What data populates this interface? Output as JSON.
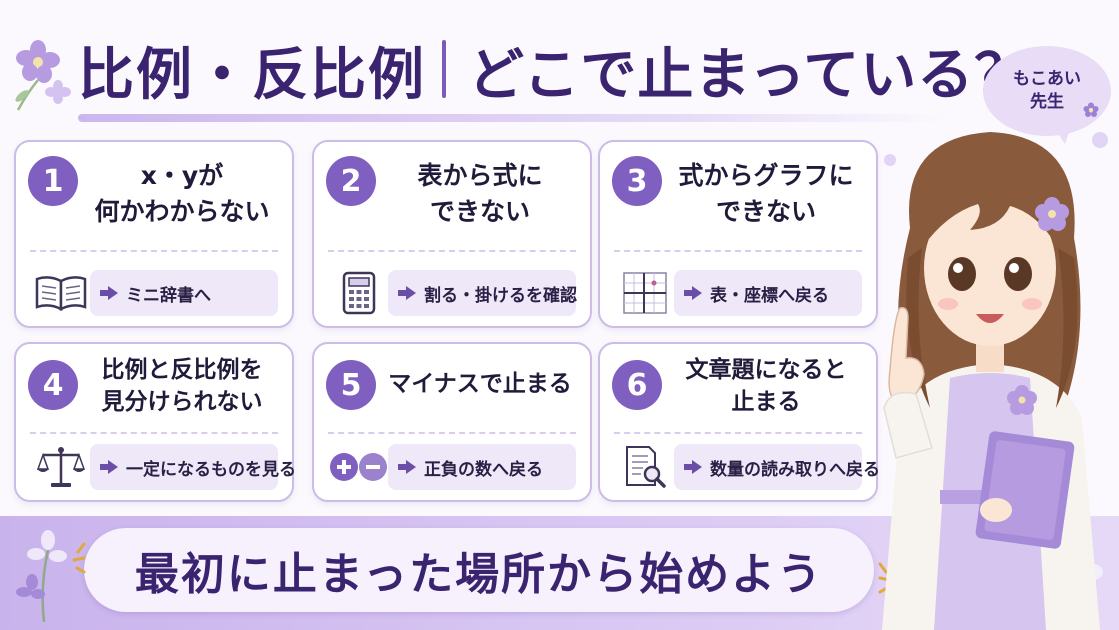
{
  "title": {
    "main": "比例・反比例",
    "sub": "どこで止まっている？"
  },
  "teacher": {
    "name_line1": "もこあい",
    "name_line2": "先生"
  },
  "cards": [
    {
      "number": "1",
      "title_lines": [
        "x・yが",
        "何かわからない"
      ],
      "icon": "open-book-icon",
      "action": "ミニ辞書へ"
    },
    {
      "number": "2",
      "title_lines": [
        "表から式に",
        "できない"
      ],
      "icon": "calculator-icon",
      "action": "割る・掛けるを確認"
    },
    {
      "number": "3",
      "title_lines": [
        "式からグラフに",
        "できない"
      ],
      "icon": "graph-grid-icon",
      "action": "表・座標へ戻る"
    },
    {
      "number": "4",
      "title_lines": [
        "比例と反比例を",
        "見分けられない"
      ],
      "icon": "balance-scale-icon",
      "action": "一定になるものを見る"
    },
    {
      "number": "5",
      "title_lines": [
        "マイナスで止まる"
      ],
      "icon": "plus-minus-icon",
      "action": "正負の数へ戻る"
    },
    {
      "number": "6",
      "title_lines": [
        "文章題になると",
        "止まる"
      ],
      "icon": "document-search-icon",
      "action": "数量の読み取りへ戻る"
    }
  ],
  "banner": {
    "text": "最初に止まった場所から始めよう"
  },
  "colors": {
    "accent": "#7f5fc0",
    "title": "#3a2470",
    "pill": "#efe8f8",
    "banner": "#d9c8f3"
  }
}
